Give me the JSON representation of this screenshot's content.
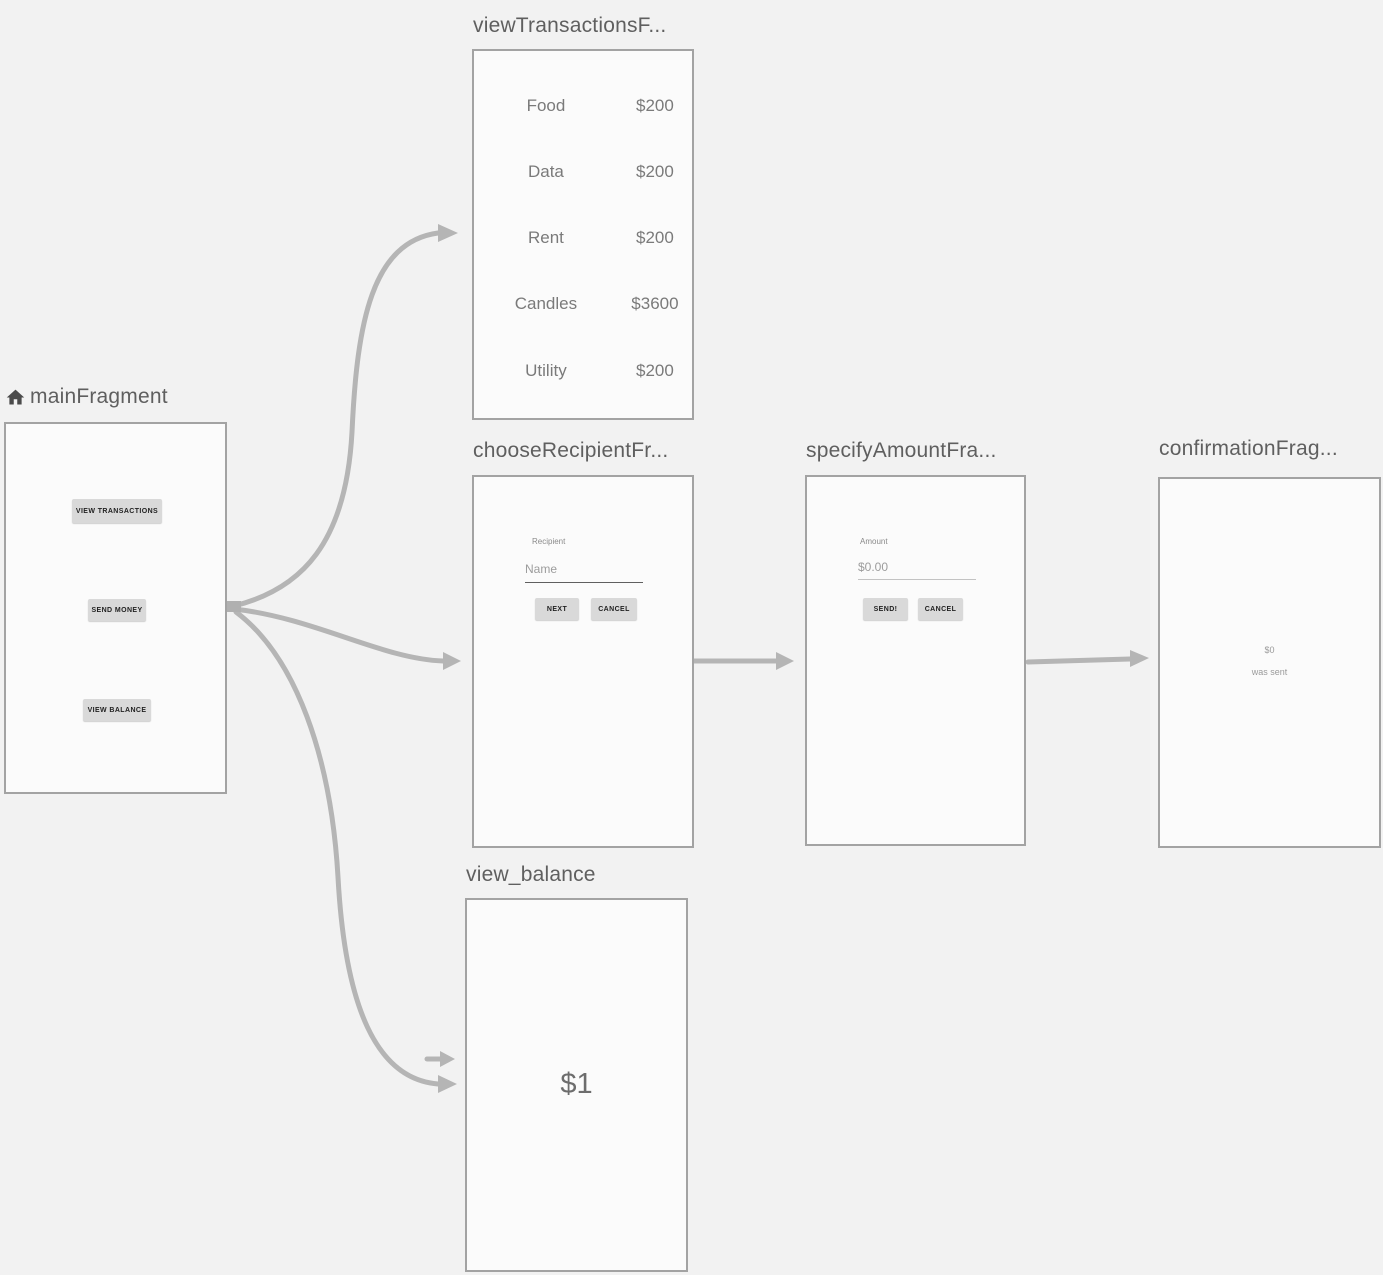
{
  "editor": {
    "kind": "navigation-graph-canvas"
  },
  "colors": {
    "canvas_bg": "#f2f2f2",
    "panel_bg": "#fbfbfb",
    "panel_border": "#a3a3a3",
    "arrow": "#b5b5b5",
    "title_text": "#5f5f5f",
    "preview_text": "#7a7a7a",
    "button_bg": "#d9d9d9"
  },
  "icons": {
    "home": "home-icon"
  },
  "fragments": {
    "main": {
      "title": "mainFragment",
      "buttons": [
        "VIEW TRANSACTIONS",
        "SEND MONEY",
        "VIEW BALANCE"
      ]
    },
    "view_transactions": {
      "title": "viewTransactionsF...",
      "rows": [
        {
          "label": "Food",
          "amount": "$200"
        },
        {
          "label": "Data",
          "amount": "$200"
        },
        {
          "label": "Rent",
          "amount": "$200"
        },
        {
          "label": "Candles",
          "amount": "$3600"
        },
        {
          "label": "Utility",
          "amount": "$200"
        }
      ]
    },
    "choose_recipient": {
      "title": "chooseRecipientFr...",
      "field_label": "Recipient",
      "field_hint": "Name",
      "next_button": "NEXT",
      "cancel_button": "CANCEL"
    },
    "specify_amount": {
      "title": "specifyAmountFra...",
      "field_label": "Amount",
      "field_hint": "$0.00",
      "send_button": "SEND!",
      "cancel_button": "CANCEL"
    },
    "confirmation": {
      "title": "confirmationFrag...",
      "amount": "$0",
      "message": "was sent"
    },
    "view_balance": {
      "title": "view_balance",
      "balance": "$1"
    }
  }
}
